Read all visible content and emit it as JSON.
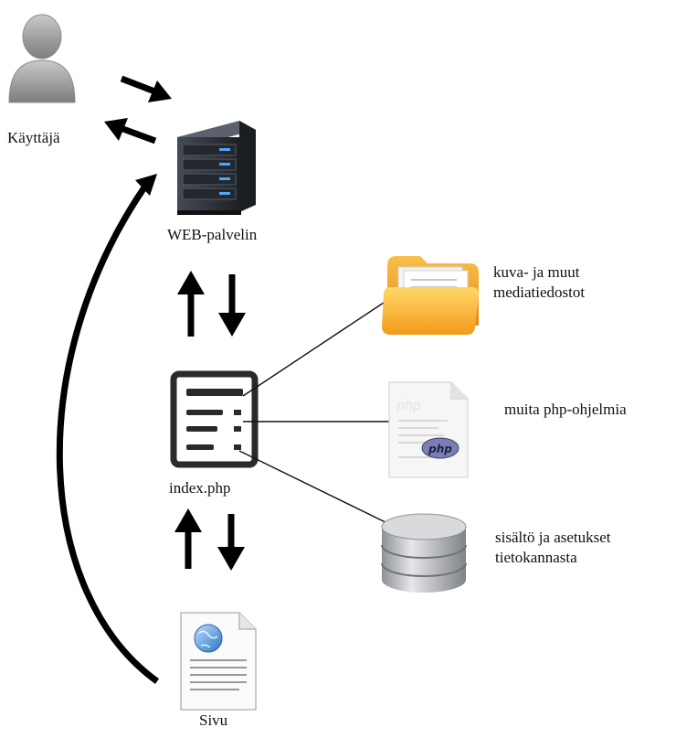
{
  "nodes": {
    "user": {
      "label": "Käyttäjä",
      "icon": "user-icon"
    },
    "web_server": {
      "label": "WEB-palvelin",
      "icon": "server-icon"
    },
    "index": {
      "label": "index.php",
      "icon": "php-document-icon"
    },
    "page": {
      "label": "Sivu",
      "icon": "web-page-icon"
    },
    "media": {
      "label_lines": [
        "kuva- ja muut",
        "mediatiedostot"
      ],
      "icon": "folder-icon"
    },
    "php_programs": {
      "label": "muita php-ohjelmia",
      "icon": "php-file-icon",
      "icon_text": "php"
    },
    "database": {
      "label_lines": [
        "sisältö ja asetukset",
        "tietokannasta"
      ],
      "icon": "database-icon"
    }
  },
  "colors": {
    "arrow": "#000000",
    "folder": "#f6a623",
    "server": "#2b2f36",
    "server_led": "#4aa8ff",
    "php_badge": "#7b7fb5",
    "database": "#b9bcc1",
    "user": "#9a9a9a"
  }
}
